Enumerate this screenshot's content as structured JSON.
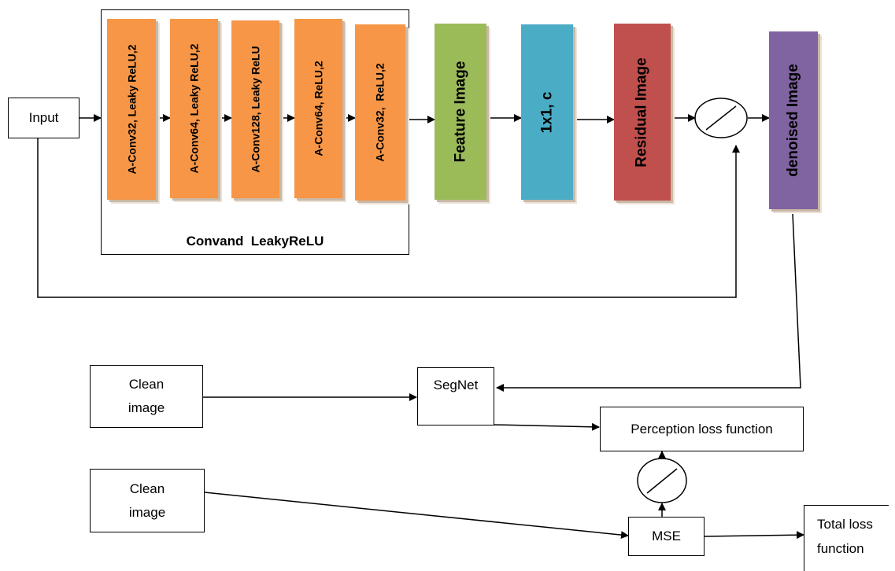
{
  "input": "Input",
  "encoder_group": {
    "label": "Convand  LeakyReLU",
    "layers": [
      "A-Conv32, Leaky ReLU,2",
      "A-Conv64, Leaky ReLU,2",
      "A-Conv128, Leaky ReLU",
      "A-Conv64, ReLU,2",
      "A-Conv32,  ReLU,2"
    ]
  },
  "stages": {
    "feature": "Feature Image",
    "conv1x1": "1x1, c",
    "residual": "Residual Image",
    "denoised": "denoised Image"
  },
  "loss_section": {
    "clean_top": [
      "Clean",
      "image"
    ],
    "clean_bottom": [
      "Clean",
      "image"
    ],
    "segnet": "SegNet",
    "perception": "Perception loss function",
    "mse": "MSE",
    "total": [
      "Total loss",
      "function"
    ]
  },
  "colors": {
    "conv": "#f79646",
    "feature": "#9bbb59",
    "conv1x1": "#4bacc6",
    "residual": "#c0504d",
    "denoised": "#8064a2"
  }
}
